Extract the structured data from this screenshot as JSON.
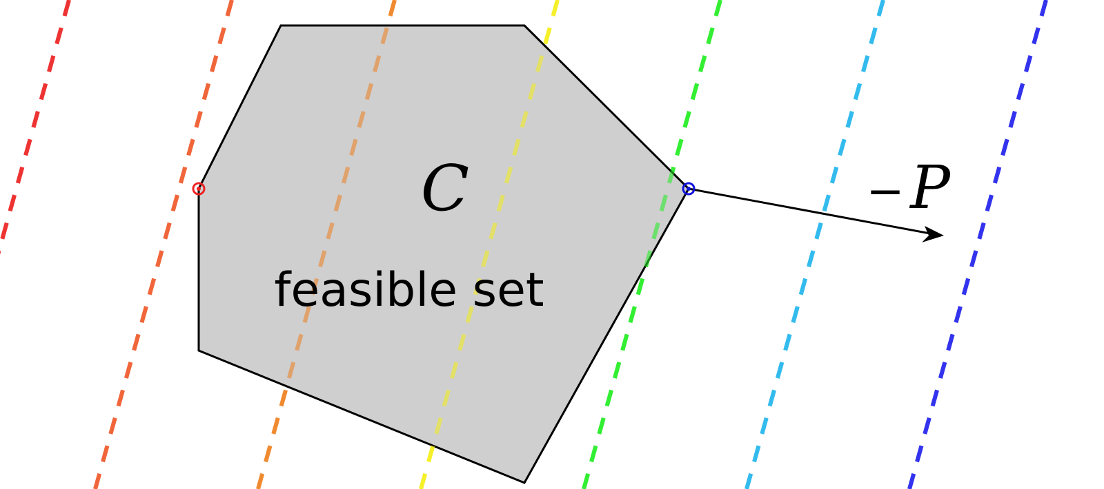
{
  "labels": {
    "set_symbol": "C",
    "set_description": "feasible set",
    "direction_minus": "−",
    "direction_symbol": "P"
  },
  "colors": {
    "polygon_fill": "#c8c8c8",
    "polygon_stroke": "#000000",
    "min_vertex": "#ee2222",
    "max_vertex": "#1111dd",
    "level_lines": [
      "#ee3333",
      "#f0663a",
      "#f08a30",
      "#f5f02a",
      "#33ee33",
      "#33bbee",
      "#3333ee"
    ]
  },
  "icons": {
    "min_vertex": "red-vertex-dot",
    "max_vertex": "blue-vertex-dot",
    "direction": "arrow-right-icon"
  }
}
